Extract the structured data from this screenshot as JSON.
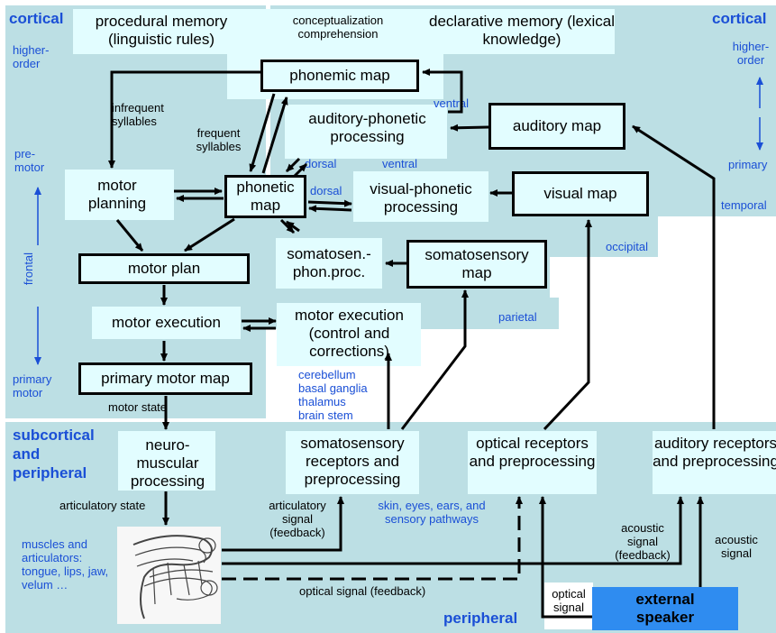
{
  "regions": {
    "cortical_left": "cortical",
    "cortical_right": "cortical",
    "subcortical": "subcortical and peripheral",
    "peripheral": "peripheral"
  },
  "areas": {
    "higher_order_left": "higher-order",
    "higher_order_right": "higher-order",
    "premotor": "pre-motor",
    "frontal": "frontal",
    "primary_motor": "primary motor",
    "primary": "primary",
    "temporal": "temporal",
    "occipital": "occipital",
    "parietal": "parietal",
    "ventral_top": "ventral",
    "ventral_mid": "ventral",
    "dorsal_top": "dorsal",
    "dorsal_mid": "dorsal",
    "subcortical_structures": "cerebellum basal ganglia thalamus brain stem",
    "muscles": "muscles and articulators: tongue, lips, jaw, velum …",
    "skin": "skin, eyes, ears, and sensory pathways"
  },
  "memory": {
    "procedural": "procedural memory (linguistic rules)",
    "declarative": "declarative memory (lexical knowledge)",
    "conceptualization": "conceptualization comprehension"
  },
  "boxes": {
    "phonemic_map": "phonemic map",
    "auditory_map": "auditory map",
    "phonetic_map": "phonetic map",
    "visual_map": "visual map",
    "somatosensory_map": "somatosensory map",
    "motor_plan": "motor plan",
    "primary_motor_map": "primary motor map"
  },
  "processes": {
    "auditory_phonetic": "auditory-phonetic processing",
    "motor_planning": "motor planning",
    "visual_phonetic": "visual-phonetic processing",
    "somatosen_phon": "somatosen.- phon.proc.",
    "motor_execution": "motor execution",
    "motor_exec_control": "motor execution (control and corrections)",
    "neuro_muscular": "neuro- muscular processing",
    "somatosensory_receptors": "somatosensory receptors and preprocessing",
    "optical_receptors": "optical receptors and preprocessing",
    "auditory_receptors": "auditory receptors and preprocessing"
  },
  "signals": {
    "infrequent": "infrequent syllables",
    "frequent": "frequent syllables",
    "motor_state": "motor state",
    "articulatory_state": "articulatory state",
    "articulatory_signal": "articulatory signal (feedback)",
    "optical_feedback": "optical signal (feedback)",
    "acoustic_feedback": "acoustic signal (feedback)",
    "acoustic_signal": "acoustic signal",
    "optical_signal": "optical signal"
  },
  "external_speaker": "external speaker",
  "icons": {
    "vocal_tract": "vocal-tract-mesh-icon"
  }
}
